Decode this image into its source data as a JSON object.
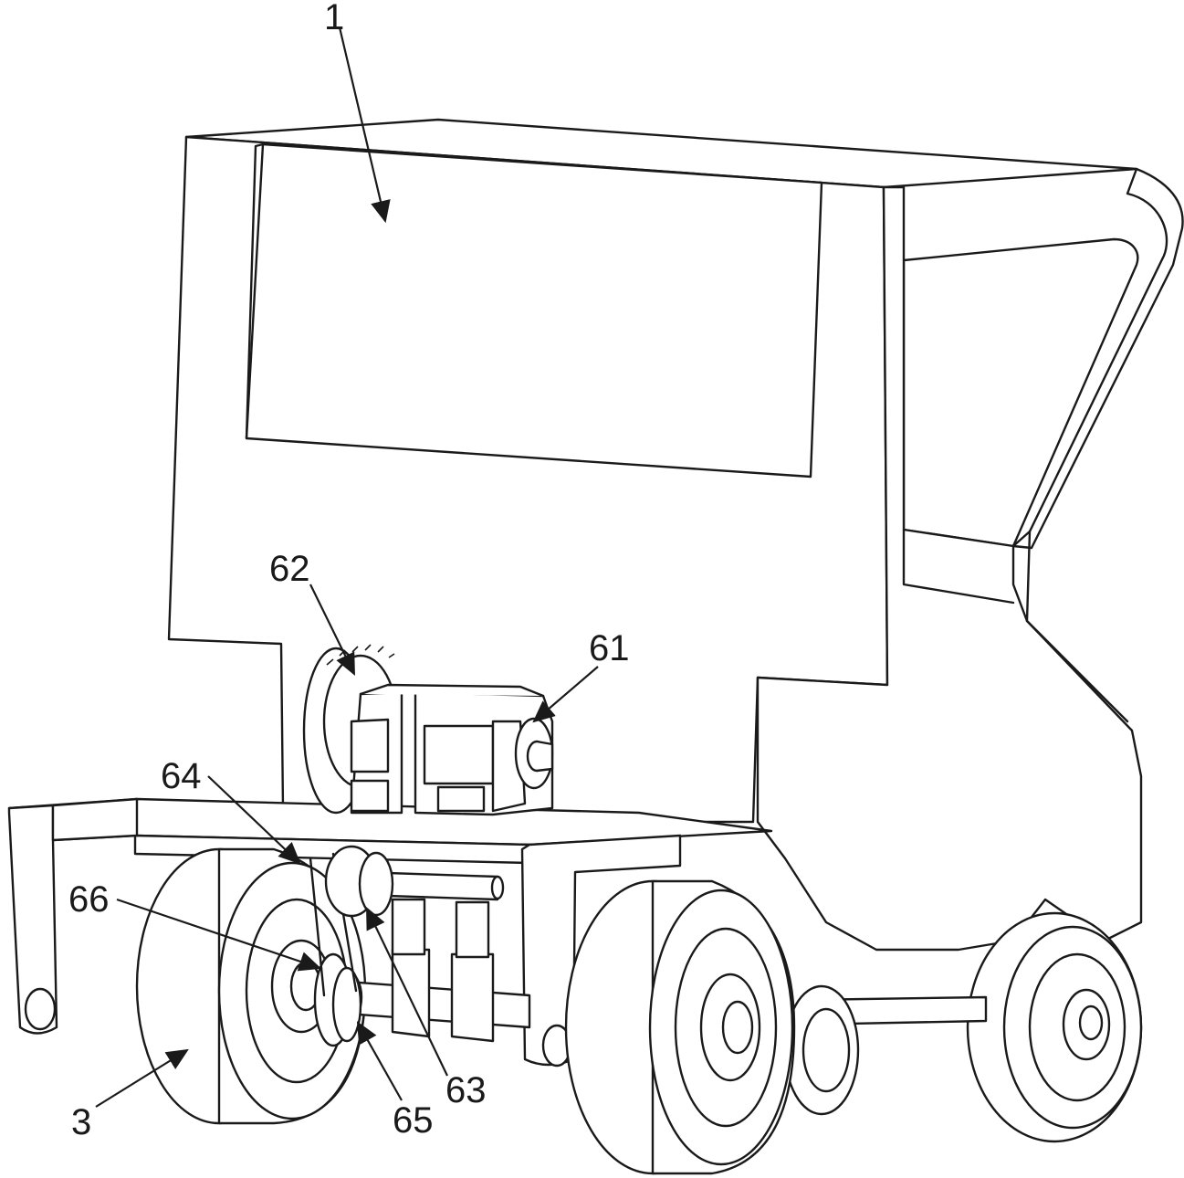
{
  "callouts": {
    "c1": "1",
    "c3": "3",
    "c61": "61",
    "c62": "62",
    "c63": "63",
    "c64": "64",
    "c65": "65",
    "c66": "66"
  },
  "colors": {
    "line": "#1a1a1a",
    "fill": "#ffffff"
  }
}
